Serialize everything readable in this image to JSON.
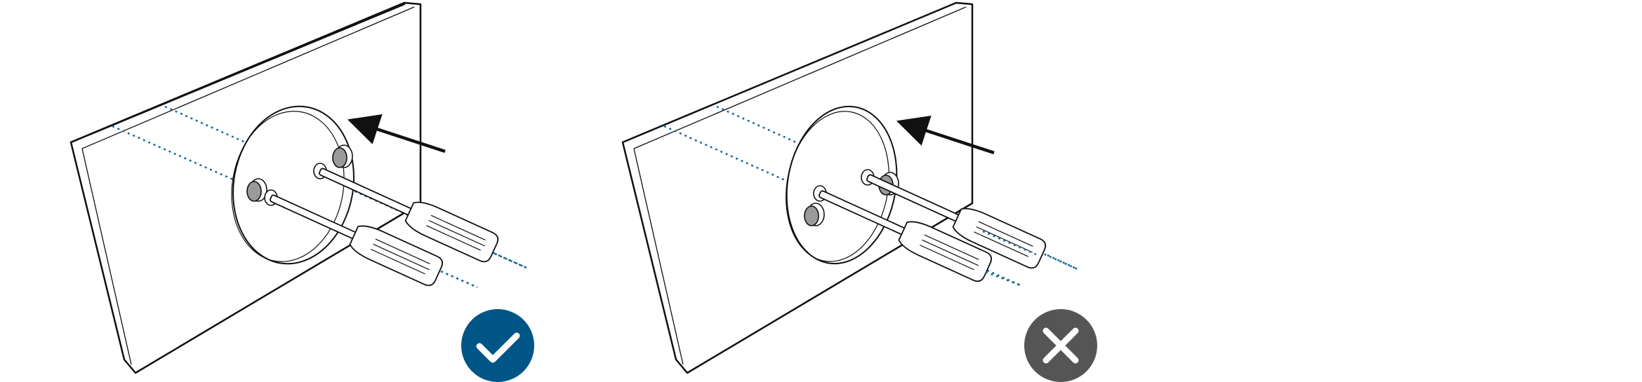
{
  "panels": [
    {
      "id": "correct",
      "verdict": "check",
      "verdict_icon": "checkmark-icon",
      "badge_color": "#005587",
      "guide_line_color": "#1a6a96"
    },
    {
      "id": "incorrect",
      "verdict": "cross",
      "verdict_icon": "cross-icon",
      "badge_color": "#555555",
      "guide_line_color": "#1a6a96"
    }
  ],
  "colors": {
    "stroke": "#111111",
    "fill": "#ffffff",
    "screw_fill": "#9a9a9a"
  }
}
